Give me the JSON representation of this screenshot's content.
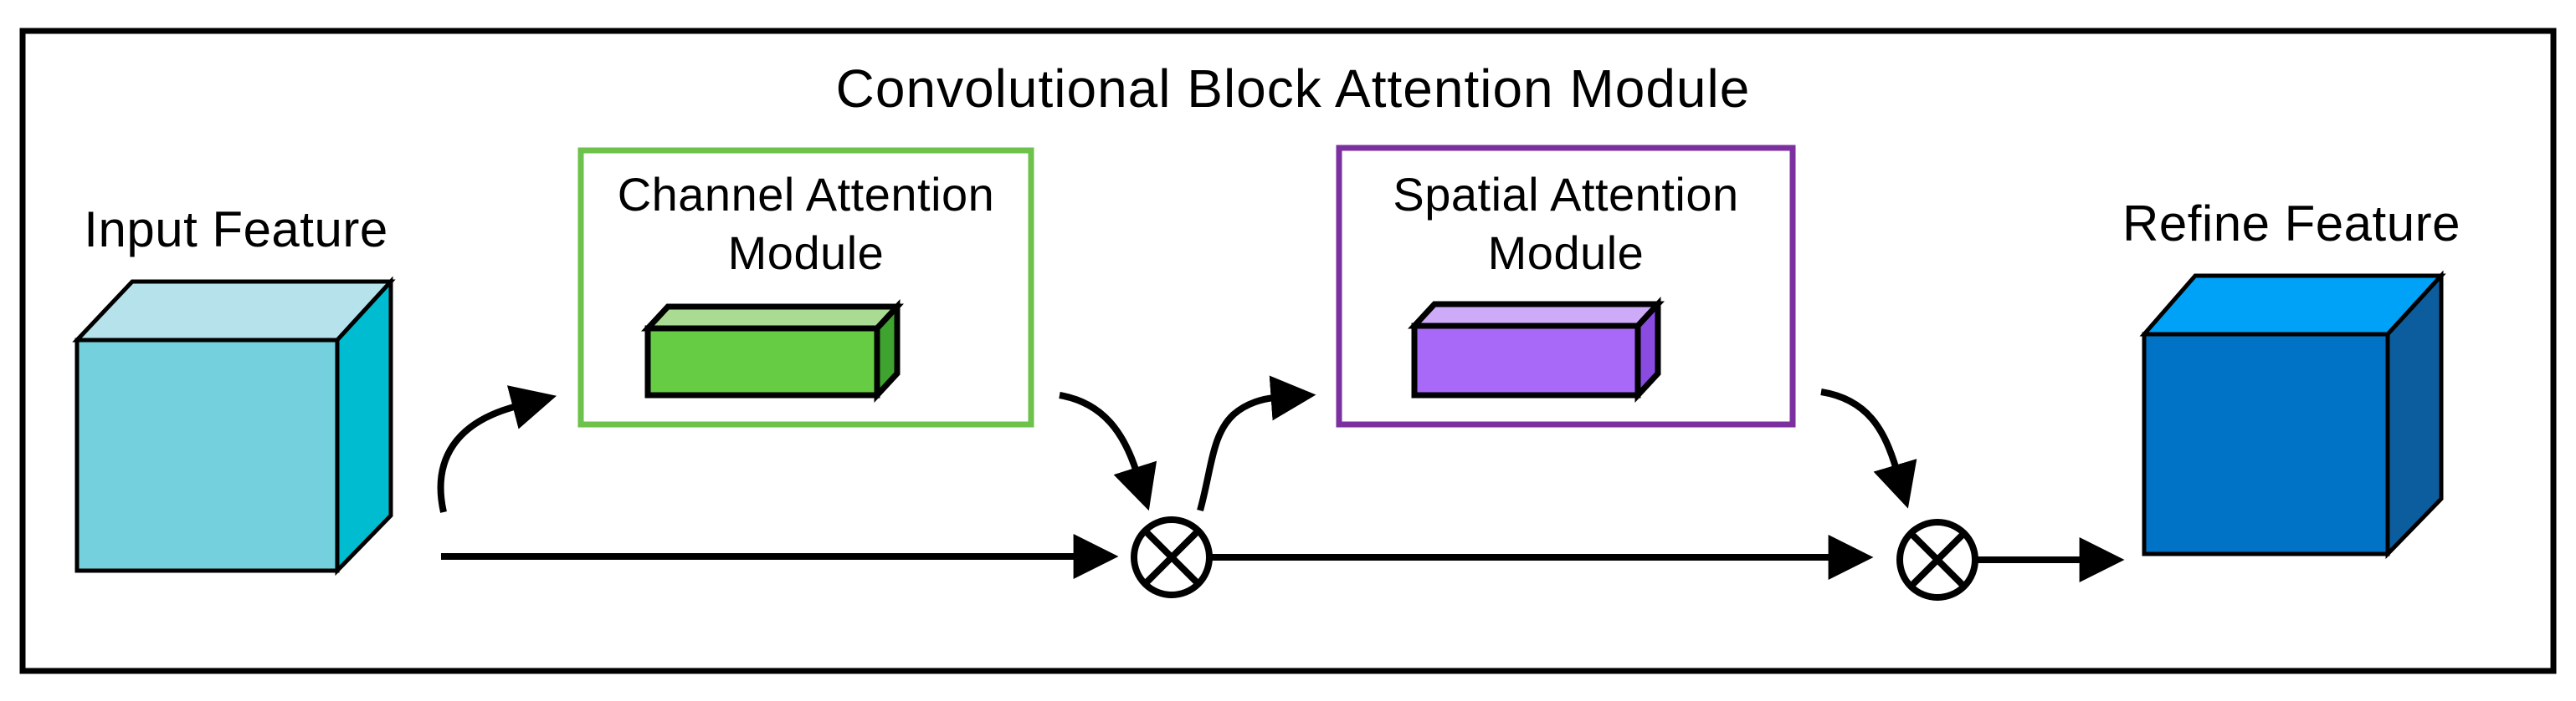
{
  "title": "Convolutional Block Attention Module",
  "nodes": {
    "input": {
      "label": "Input Feature"
    },
    "channel": {
      "title_line1": "Channel Attention",
      "title_line2": "Module"
    },
    "spatial": {
      "title_line1": "Spatial Attention",
      "title_line2": "Module"
    },
    "refine": {
      "label": "Refine Feature"
    }
  },
  "icons": {
    "multiply": "circled-times (element-wise multiply)"
  },
  "colors": {
    "outline": "#000000",
    "input_cube_front": "#74D0DD",
    "input_cube_top": "#B5E2EB",
    "input_cube_side": "#00BCD0",
    "channel_box_border": "#6CC24A",
    "channel_slab_front": "#66CC44",
    "channel_slab_top": "#A9DC92",
    "channel_slab_side": "#3FA32F",
    "spatial_box_border": "#7C2F9E",
    "spatial_slab_front": "#A868F8",
    "spatial_slab_top": "#CDABF8",
    "spatial_slab_side": "#8A4BE0",
    "refine_cube_front": "#0073C7",
    "refine_cube_top": "#00A2F8",
    "refine_cube_side": "#0B5D9D"
  }
}
